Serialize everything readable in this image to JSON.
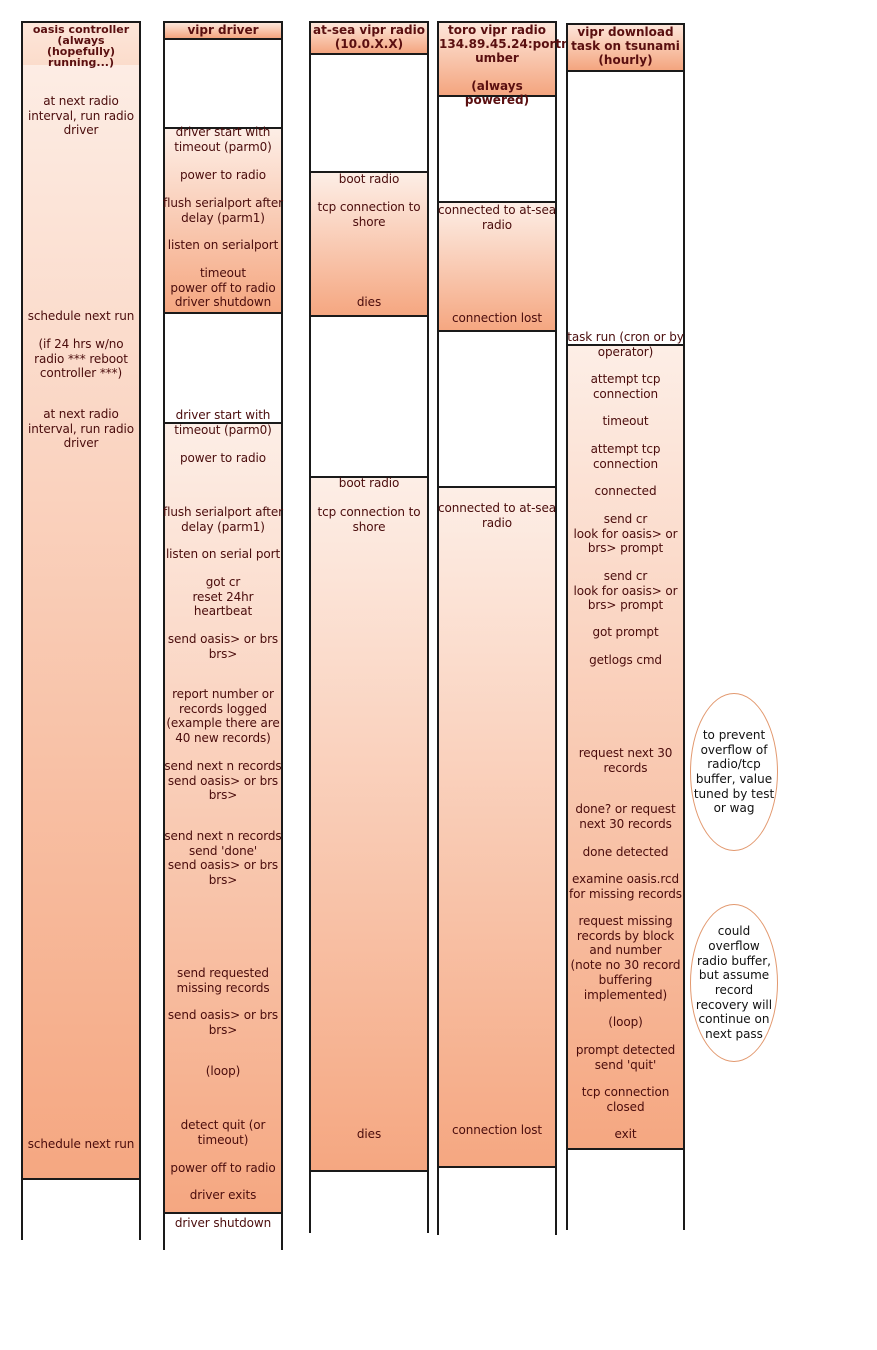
{
  "lanes": [
    {
      "key": "oasis",
      "title": "oasis controller\n(always (hopefully)\nrunning...)"
    },
    {
      "key": "driver",
      "title": "vipr driver"
    },
    {
      "key": "atsea",
      "title": "at-sea vipr radio\n(10.0.X.X)"
    },
    {
      "key": "toro",
      "title": "toro vipr radio\n134.89.45.24:portn\number\n\n(always powered)"
    },
    {
      "key": "tsunami",
      "title": "vipr download\ntask on tsunami\n(hourly)"
    }
  ],
  "labels": {
    "oasis": [
      "at next radio\ninterval, run radio\ndriver",
      "schedule next run",
      "(if 24 hrs w/no\nradio *** reboot\ncontroller ***)",
      "at next radio\ninterval, run radio\ndriver",
      "schedule next run"
    ],
    "driver": [
      "driver start with\ntimeout (parm0)",
      "power to radio",
      "flush serialport after\ndelay (parm1)",
      "listen on serialport",
      "timeout\npower off to radio\ndriver shutdown",
      "driver start with\ntimeout (parm0)",
      "power to radio",
      "flush serialport after\ndelay (parm1)",
      "listen on serial port",
      "got cr\nreset 24hr\nheartbeat",
      "send oasis> or brs\nbrs>",
      "report number or\nrecords logged\n(example there are\n40 new records)",
      "send next n records\nsend oasis> or brs\nbrs>",
      "send next n records\nsend 'done'\nsend oasis> or brs\nbrs>",
      "send requested\nmissing records",
      "send oasis> or brs\nbrs>",
      "(loop)",
      "detect quit (or\ntimeout)",
      "power off to radio",
      "driver exits",
      "driver shutdown"
    ],
    "atsea": [
      "boot radio",
      "tcp connection to\nshore",
      "dies",
      "boot radio",
      "tcp connection to\nshore",
      "dies"
    ],
    "toro": [
      "connected to at-sea\nradio",
      "connection lost",
      "connected to at-sea\nradio",
      "connection lost"
    ],
    "tsunami": [
      "task run (cron or by\noperator)",
      "attempt tcp\nconnection",
      "timeout",
      "attempt tcp\nconnection",
      "connected",
      "send cr\nlook for oasis> or\nbrs> prompt",
      "send cr\nlook for oasis> or\nbrs> prompt",
      "got prompt",
      "getlogs cmd",
      "request next 30\nrecords",
      "done? or request\nnext 30 records",
      "done detected",
      "examine oasis.rcd\nfor missing records",
      "request missing\nrecords by block\nand number\n(note no 30 record\nbuffering\nimplemented)",
      "(loop)",
      "prompt detected\nsend 'quit'",
      "tcp connection\nclosed",
      "exit"
    ]
  },
  "notes": [
    "to prevent\noverflow of\nradio/tcp\nbuffer, value\ntuned by test\nor wag",
    "could overflow\nradio buffer,\nbut assume\nrecord\nrecovery will\ncontinue on\nnext pass"
  ]
}
